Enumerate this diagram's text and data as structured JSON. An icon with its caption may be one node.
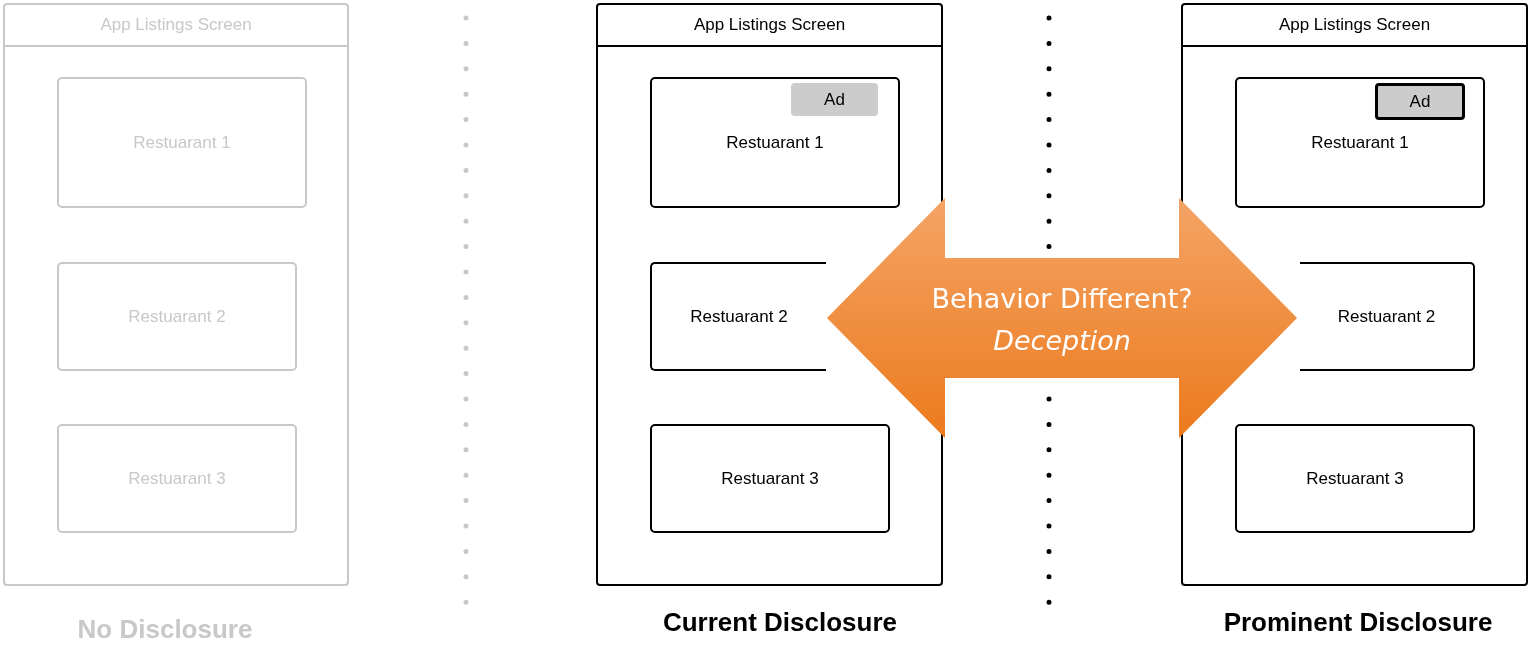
{
  "diagram": {
    "nodes": [
      {
        "text": [
          "App Listings Screen"
        ],
        "beside": [
          "No Disclosure"
        ]
      },
      {
        "text": [
          "Restuarant 1"
        ],
        "in": 0
      },
      {
        "text": [
          "Restuarant 2"
        ],
        "in": 0
      },
      {
        "text": [
          "Restuarant 3"
        ],
        "in": 0
      },
      {
        "text": [
          "App Listings Screen"
        ],
        "beside": [
          "Current Disclosure"
        ]
      },
      {
        "text": [
          "Restuarant 1"
        ],
        "in": 4
      },
      {
        "text": [
          "Ad"
        ],
        "in": 5
      },
      {
        "text": [
          "Restuarant 2"
        ],
        "in": 4
      },
      {
        "text": [
          "Restuarant 3"
        ],
        "in": 4
      },
      {
        "text": [
          "App Listings Screen"
        ],
        "beside": [
          "Prominent Disclosure"
        ]
      },
      {
        "text": [
          "Restuarant 1"
        ],
        "in": 9
      },
      {
        "text": [
          "Ad"
        ],
        "in": 10
      },
      {
        "text": [
          "Restuarant 2"
        ],
        "in": 9
      },
      {
        "text": [
          "Restuarant 3"
        ],
        "in": 9
      },
      {
        "text": [
          "Behavior Different?",
          "Deception"
        ]
      }
    ]
  }
}
